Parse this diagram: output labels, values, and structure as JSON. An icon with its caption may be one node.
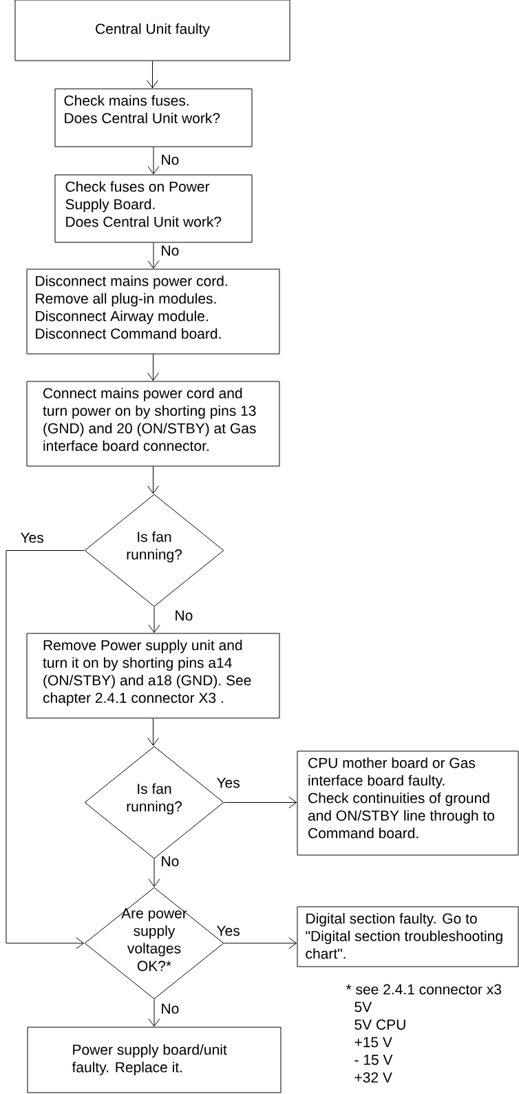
{
  "diagram": {
    "nodes": [
      {
        "text": [
          "Central Unit faulty"
        ]
      },
      {
        "text": [
          "Check mains fuses.",
          "Does Central Unit work?"
        ]
      },
      {
        "text": [
          "Check fuses on Power Supply Board.",
          "Does Central Unit work?"
        ]
      },
      {
        "text": [
          "Disconnect mains power cord.",
          "Remove all plug-in modules.",
          "Disconnect Airway module.",
          "Disconnect Command board."
        ]
      },
      {
        "text": [
          "Connect mains power cord and turn power on by shorting pins 13 (GND) and 20 (ON/STBY) at Gas interface board connector."
        ]
      },
      {
        "text": [
          "Is fan running?"
        ]
      },
      {
        "text": [
          "Remove Power supply unit and turn it on by shorting pins a14 (ON/STBY) and a18 (GND). See chapter 2.4.1 connector X3 ."
        ]
      },
      {
        "text": [
          "Is fan running?"
        ]
      },
      {
        "text": [
          "CPU mother board or Gas interface board faulty.",
          "Check continuities of ground and ON/STBY line through to Command board."
        ]
      },
      {
        "text": [
          "Are power supply voltages OK?*"
        ]
      },
      {
        "text": [
          "Digital section faulty. Go to \"Digital section troubleshooting chart\"."
        ]
      },
      {
        "text": [
          "Power supply board/unit faulty. Replace it."
        ]
      }
    ],
    "edges": [
      {
        "from": 0,
        "to": 1,
        "arrow": "to"
      },
      {
        "from": 1,
        "to": 2,
        "arrow": "to",
        "label": "No"
      },
      {
        "from": 2,
        "to": 3,
        "arrow": "to",
        "label": "No"
      },
      {
        "from": 3,
        "to": 4,
        "arrow": "to"
      },
      {
        "from": 4,
        "to": 5,
        "arrow": "to"
      },
      {
        "from": 5,
        "to": 9,
        "arrow": "to",
        "label": "Yes"
      },
      {
        "from": 5,
        "to": 6,
        "arrow": "to",
        "label": "No"
      },
      {
        "from": 6,
        "to": 7,
        "arrow": "to"
      },
      {
        "from": 7,
        "to": 8,
        "arrow": "to",
        "label": "Yes"
      },
      {
        "from": 7,
        "to": 9,
        "arrow": "to",
        "label": "No"
      },
      {
        "from": 9,
        "to": 10,
        "arrow": "to",
        "label": "Yes"
      },
      {
        "from": 9,
        "to": 11,
        "arrow": "to",
        "label": "No"
      }
    ],
    "labels": [
      "* see 2.4.1 connector x3",
      "5V",
      "5V CPU",
      "+15 V",
      "- 15 V",
      "+32 V"
    ]
  }
}
